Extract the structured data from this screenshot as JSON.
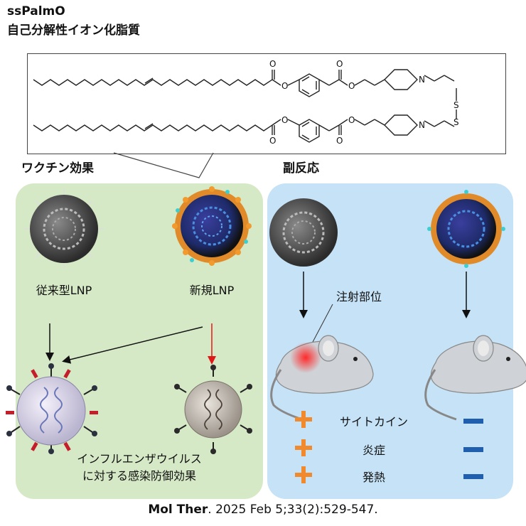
{
  "header": {
    "lipid_name": "ssPalmO",
    "lipid_desc": "自己分解性イオン化脂質"
  },
  "structure": {
    "atoms": {
      "o": "O",
      "n": "N",
      "s": "S"
    }
  },
  "sections": {
    "vaccine": "ワクチン効果",
    "side_effects": "副反応"
  },
  "lnp": {
    "conventional": "従来型LNP",
    "novel": "新規LNP"
  },
  "injection_site": "注射部位",
  "efficacy": {
    "line1": "インフルエンザウイルス",
    "line2": "に対する感染防御効果"
  },
  "reactions": [
    {
      "label": "サイトカイン",
      "conventional": "plus",
      "novel": "minus"
    },
    {
      "label": "炎症",
      "conventional": "plus",
      "novel": "minus"
    },
    {
      "label": "発熱",
      "conventional": "plus",
      "novel": "minus"
    }
  ],
  "citation": {
    "journal": "Mol Ther",
    "rest": ". 2025 Feb 5;33(2):529-547."
  },
  "colors": {
    "green_panel": "#d6e9c6",
    "blue_panel": "#c6e2f6",
    "plus": "#f08a2c",
    "minus": "#1f5fae",
    "red_arrow": "#e01818"
  }
}
